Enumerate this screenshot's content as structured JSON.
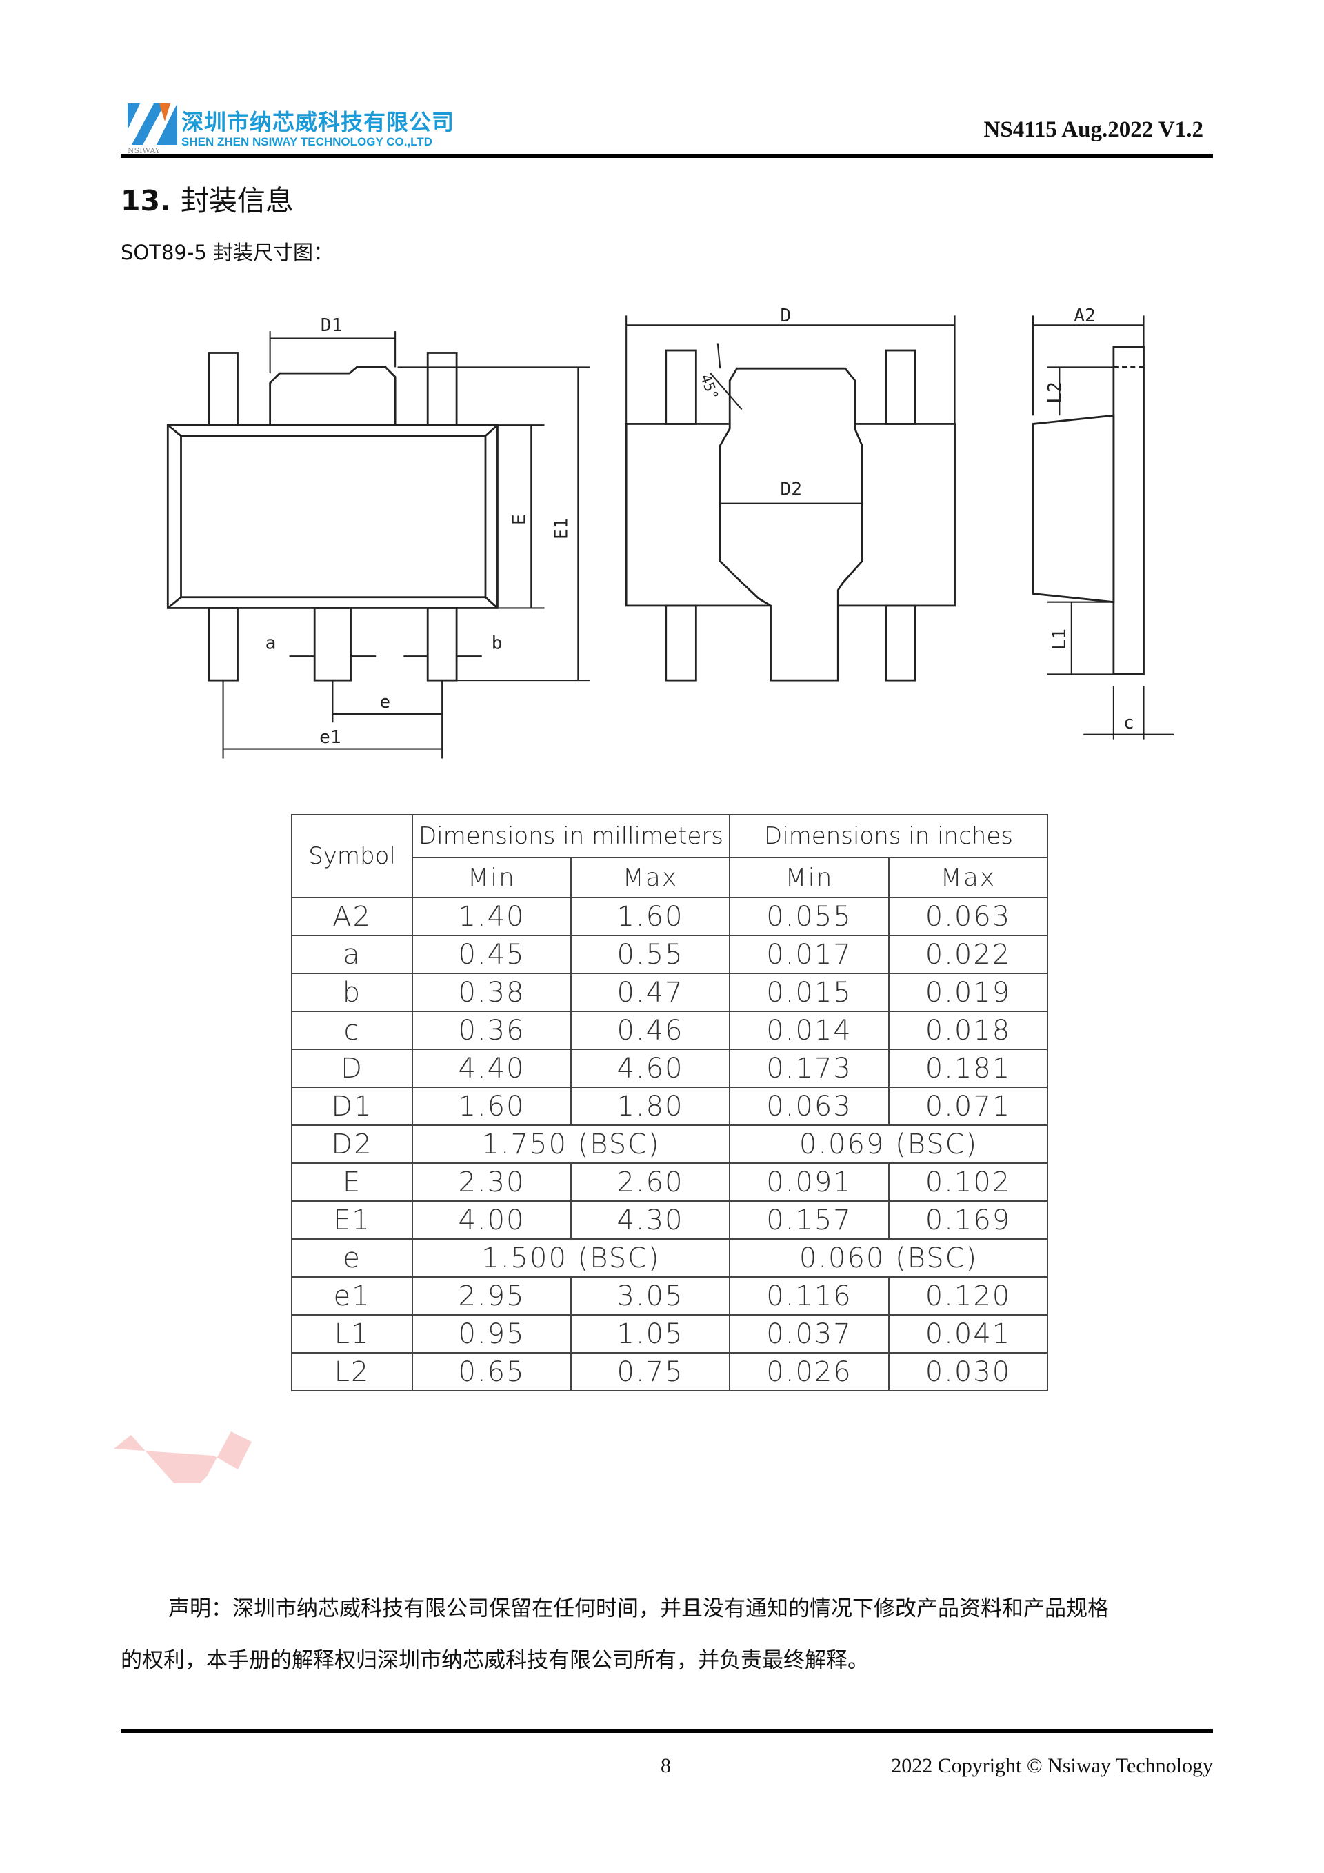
{
  "header": {
    "company_cn": "深圳市纳芯威科技有限公司",
    "company_en": "SHEN ZHEN NSIWAY TECHNOLOGY CO.,LTD",
    "logo_text": "NSIWAY",
    "doc_id": "NS4115 Aug.2022 V1.2"
  },
  "section": {
    "number": "13.",
    "title": "封装信息"
  },
  "caption": "SOT89-5 封装尺寸图：",
  "drawing_labels": {
    "D1": "D1",
    "E": "E",
    "E1": "E1",
    "a": "a",
    "b": "b",
    "e": "e",
    "e1": "e1",
    "D": "D",
    "D2": "D2",
    "angle": "45°",
    "A2": "A2",
    "L2": "L2",
    "L1": "L1",
    "c": "c"
  },
  "table": {
    "symbol_header": "Symbol",
    "mm_header": "Dimensions in millimeters",
    "in_header": "Dimensions in inches",
    "min": "Min",
    "max": "Max",
    "rows": [
      {
        "symbol": "A2",
        "mm_min": "1.40",
        "mm_max": "1.60",
        "in_min": "0.055",
        "in_max": "0.063"
      },
      {
        "symbol": "a",
        "mm_min": "0.45",
        "mm_max": "0.55",
        "in_min": "0.017",
        "in_max": "0.022"
      },
      {
        "symbol": "b",
        "mm_min": "0.38",
        "mm_max": "0.47",
        "in_min": "0.015",
        "in_max": "0.019"
      },
      {
        "symbol": "c",
        "mm_min": "0.36",
        "mm_max": "0.46",
        "in_min": "0.014",
        "in_max": "0.018"
      },
      {
        "symbol": "D",
        "mm_min": "4.40",
        "mm_max": "4.60",
        "in_min": "0.173",
        "in_max": "0.181"
      },
      {
        "symbol": "D1",
        "mm_min": "1.60",
        "mm_max": "1.80",
        "in_min": "0.063",
        "in_max": "0.071"
      },
      {
        "symbol": "D2",
        "mm_bsc": "1.750 (BSC)",
        "in_bsc": "0.069 (BSC)"
      },
      {
        "symbol": "E",
        "mm_min": "2.30",
        "mm_max": "2.60",
        "in_min": "0.091",
        "in_max": "0.102"
      },
      {
        "symbol": "E1",
        "mm_min": "4.00",
        "mm_max": "4.30",
        "in_min": "0.157",
        "in_max": "0.169"
      },
      {
        "symbol": "e",
        "mm_bsc": "1.500 (BSC)",
        "in_bsc": "0.060 (BSC)"
      },
      {
        "symbol": "e1",
        "mm_min": "2.95",
        "mm_max": "3.05",
        "in_min": "0.116",
        "in_max": "0.120"
      },
      {
        "symbol": "L1",
        "mm_min": "0.95",
        "mm_max": "1.05",
        "in_min": "0.037",
        "in_max": "0.041"
      },
      {
        "symbol": "L2",
        "mm_min": "0.65",
        "mm_max": "0.75",
        "in_min": "0.026",
        "in_max": "0.030"
      }
    ]
  },
  "disclaimer": {
    "line1": "声明：深圳市纳芯威科技有限公司保留在任何时间，并且没有通知的情况下修改产品资料和产品规格",
    "line2": "的权利，本手册的解释权归深圳市纳芯威科技有限公司所有，并负责最终解释。"
  },
  "footer": {
    "page": "8",
    "copyright": "2022 Copyright © Nsiway Technology"
  },
  "colors": {
    "brand_blue": "#1a9ad6",
    "brand_orange": "#e8742a",
    "watermark": "#f7c6c6"
  }
}
